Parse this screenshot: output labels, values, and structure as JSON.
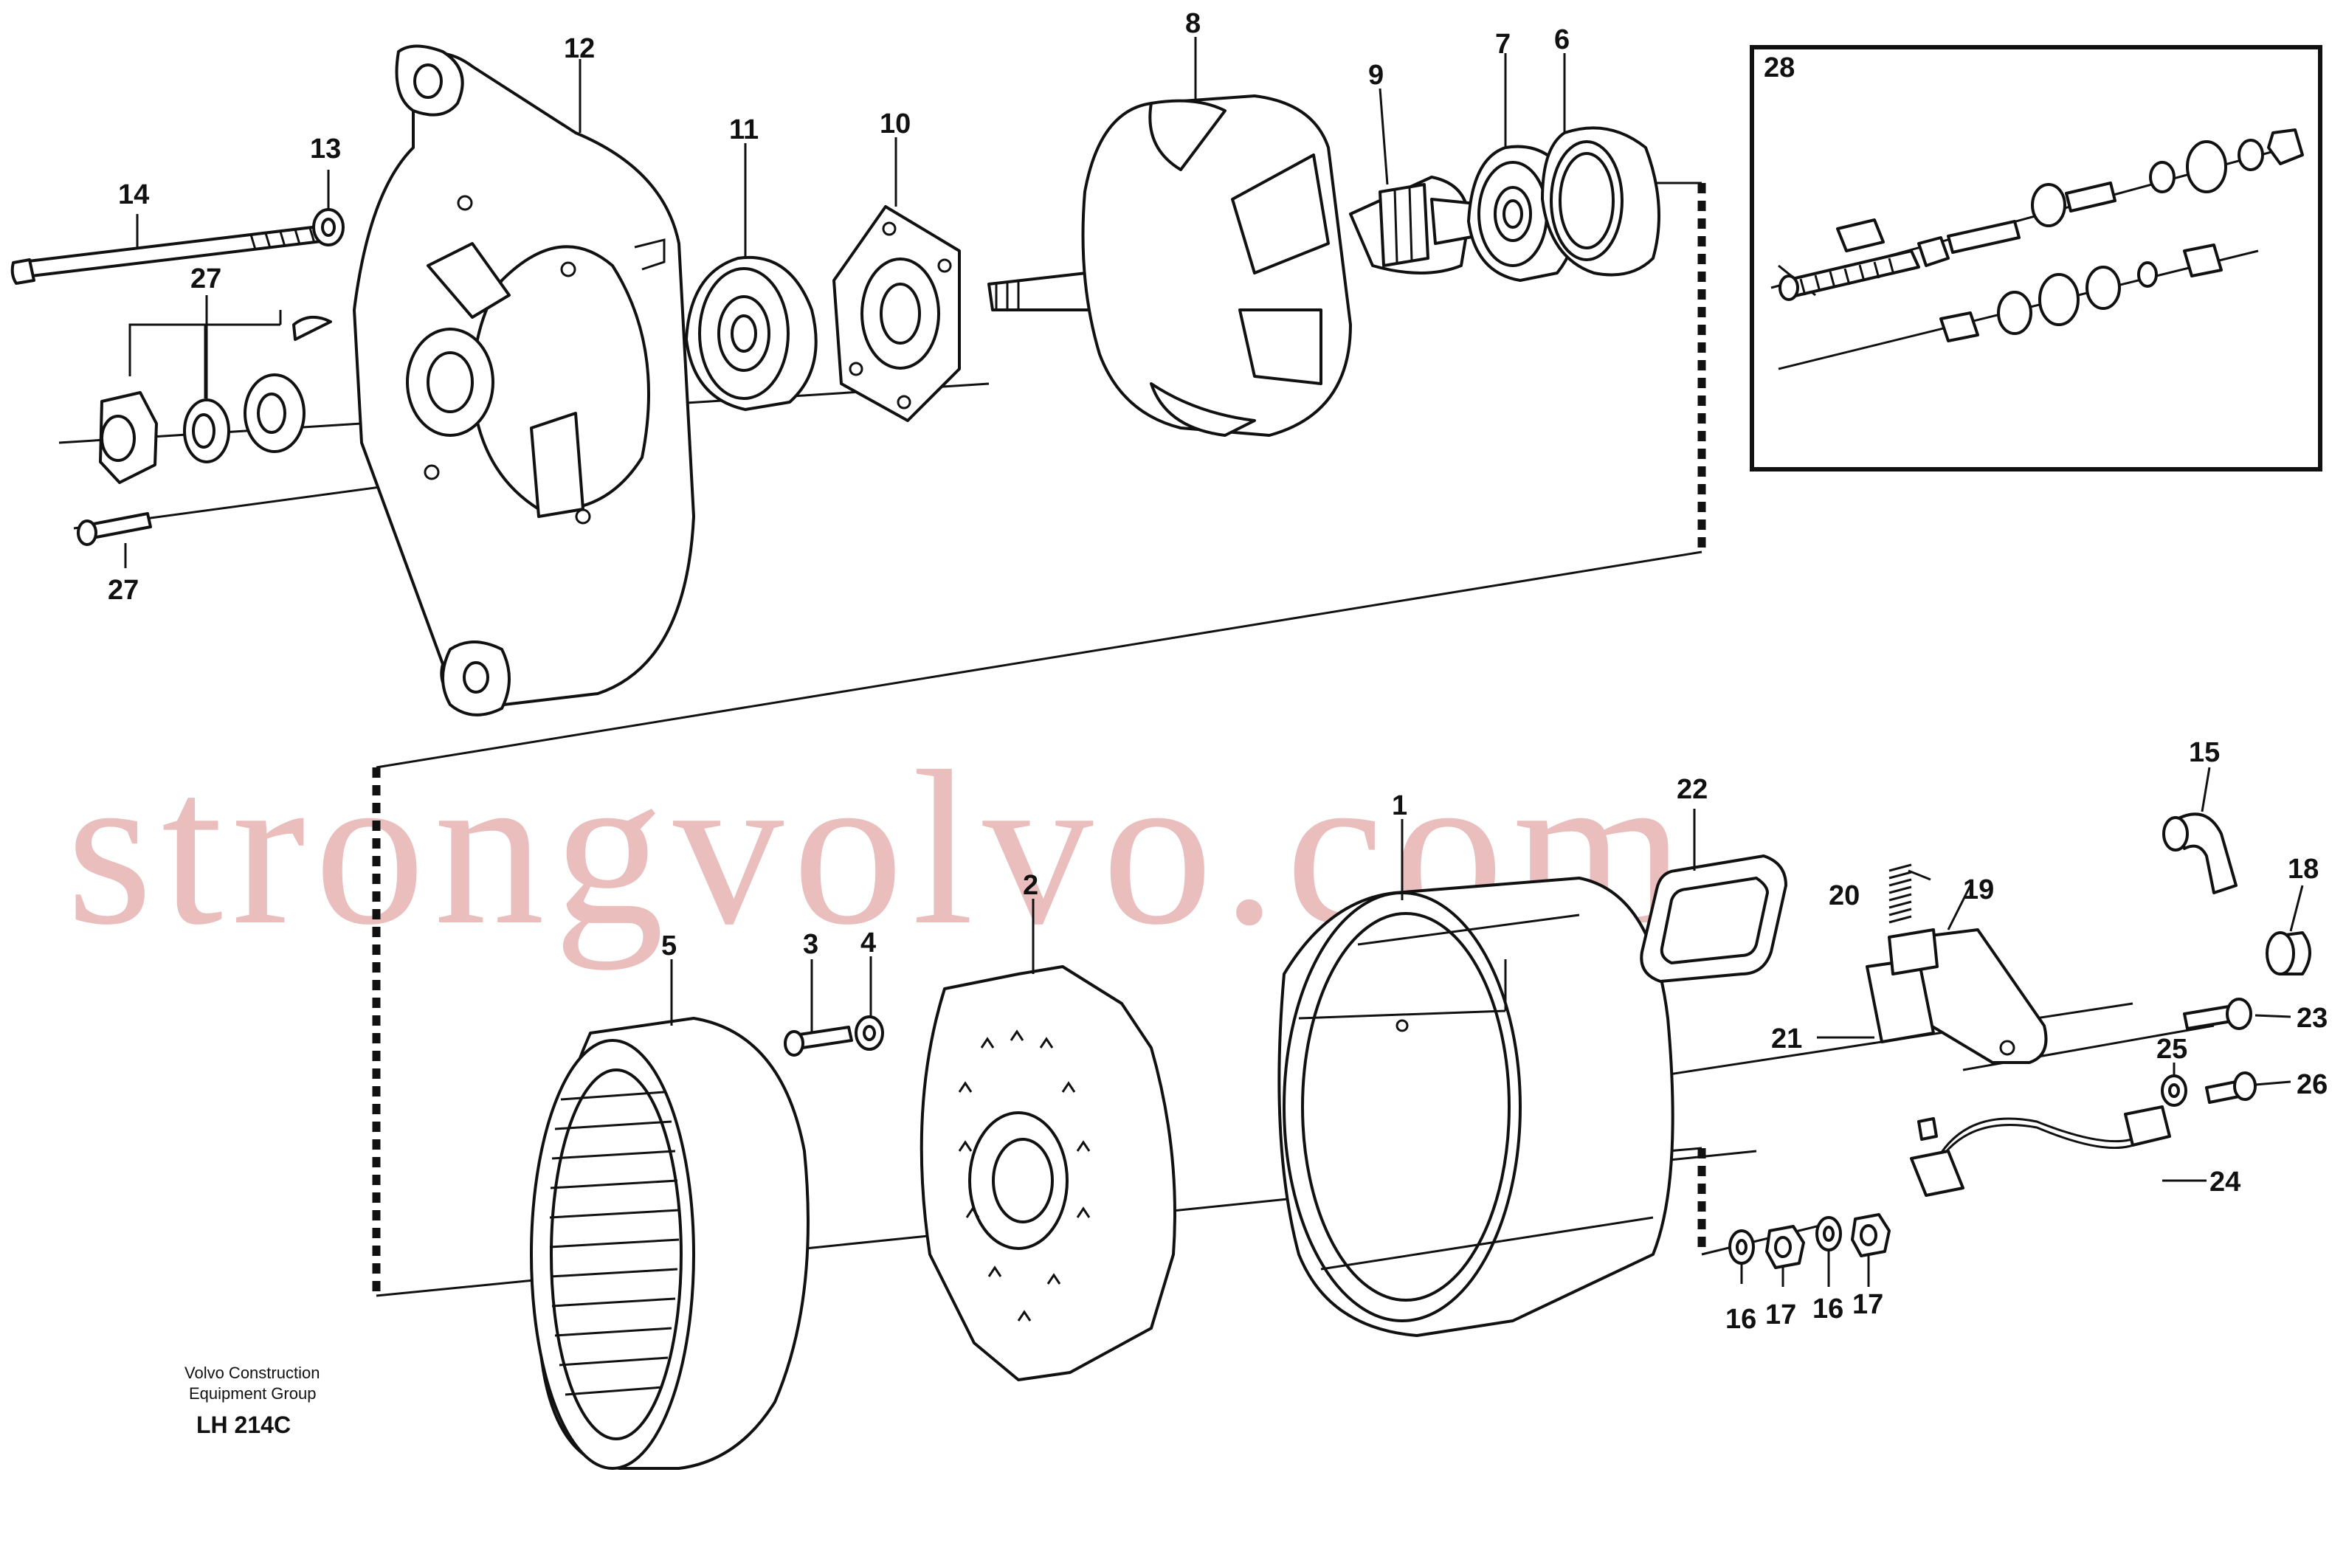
{
  "labels": {
    "l1": "1",
    "l2": "2",
    "l3": "3",
    "l4": "4",
    "l5": "5",
    "l6": "6",
    "l7": "7",
    "l8": "8",
    "l9": "9",
    "l10": "10",
    "l11": "11",
    "l12": "12",
    "l13": "13",
    "l14": "14",
    "l15": "15",
    "l16a": "16",
    "l16b": "16",
    "l17a": "17",
    "l17b": "17",
    "l18": "18",
    "l19": "19",
    "l20": "20",
    "l21": "21",
    "l22": "22",
    "l23": "23",
    "l24": "24",
    "l25": "25",
    "l26": "26",
    "l27a": "27",
    "l27b": "27",
    "l28": "28"
  },
  "footer": {
    "line1": "Volvo Construction",
    "line2": "Equipment Group",
    "code": "LH 214C"
  },
  "watermark": "strongvolvo.com"
}
